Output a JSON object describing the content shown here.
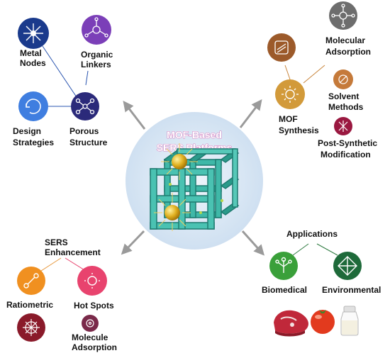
{
  "center": {
    "title_line1": "MOF-Based",
    "title_line2": "SERS Platforms"
  },
  "top_left": {
    "metal_nodes": [
      "Metal",
      "Nodes"
    ],
    "organic_linkers": [
      "Organic",
      "Linkers"
    ],
    "design_strategies": [
      "Design",
      "Strategies"
    ],
    "porous_structure": [
      "Porous",
      "Structure"
    ]
  },
  "top_right": {
    "molecular_adsorption": [
      "Molecular",
      "Adsorption"
    ],
    "solvent_methods": [
      "Solvent",
      "Methods"
    ],
    "mof_synthesis": [
      "MOF",
      "Synthesis"
    ],
    "post_synthetic": [
      "Post-Synthetic",
      "Modification"
    ]
  },
  "bottom_left": {
    "sers_enhancement": [
      "SERS",
      "Enhancement"
    ],
    "ratiometric": "Ratiometric",
    "hot_spots": "Hot Spots",
    "molecule_adsorption": [
      "Molecule",
      "Adsorption"
    ]
  },
  "bottom_right": {
    "applications": "Applications",
    "biomedical": "Biomedical",
    "environmental": "Environmental"
  },
  "colors": {
    "metal_nodes": "#1a3a8c",
    "organic_linkers": "#7b3fb8",
    "design_strategies": "#3f7ee0",
    "porous_structure": "#2b2a7a",
    "molecular_adsorption": "#6d6d6d",
    "mof_synthesis": "#d29a3a",
    "mof_synthesis_top": "#9c5a2a",
    "solvent_methods": "#c57a3a",
    "post_synthetic": "#9a1840",
    "ratiometric": "#f09020",
    "hot_spots": "#e8436e",
    "sers_dark": "#8a1a2a",
    "molecule_adsorption": "#7a2a4a",
    "biomedical": "#3aa03a",
    "environmental": "#1e6a3a",
    "lattice": "#2ea89a",
    "halo": "#d8e8f6",
    "arrow": "#9a9a9a"
  }
}
